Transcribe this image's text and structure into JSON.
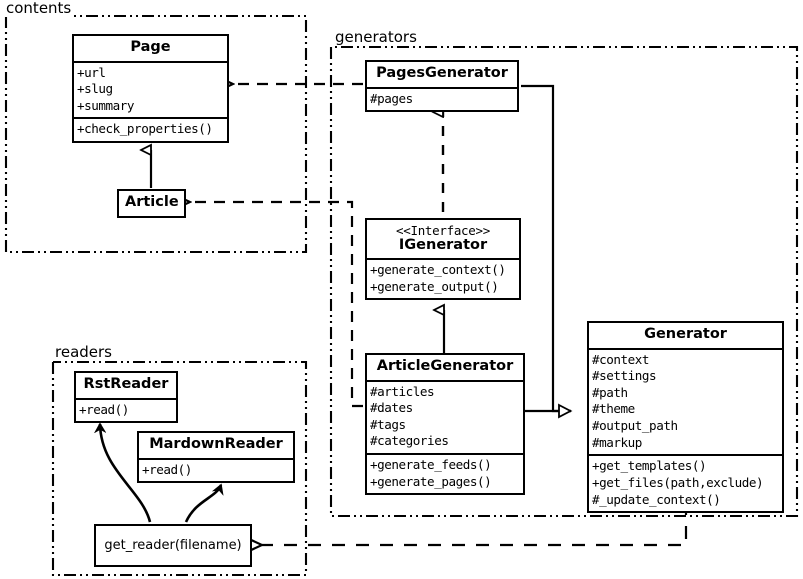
{
  "diagram": {
    "type": "uml-class-diagram",
    "packages": [
      {
        "id": "contents",
        "label": "contents"
      },
      {
        "id": "generators",
        "label": "generators"
      },
      {
        "id": "readers",
        "label": "readers"
      }
    ],
    "classes": [
      {
        "id": "page",
        "name": "Page",
        "package": "contents",
        "attributes": [
          "+url",
          "+slug",
          "+summary"
        ],
        "operations": [
          "+check_properties()"
        ]
      },
      {
        "id": "article",
        "name": "Article",
        "package": "contents",
        "attributes": [],
        "operations": []
      },
      {
        "id": "pages-generator",
        "name": "PagesGenerator",
        "package": "generators",
        "attributes": [
          "#pages"
        ],
        "operations": []
      },
      {
        "id": "igenerator",
        "name": "IGenerator",
        "stereotype": "<<Interface>>",
        "package": "generators",
        "attributes": [],
        "operations": [
          "+generate_context()",
          "+generate_output()"
        ]
      },
      {
        "id": "article-generator",
        "name": "ArticleGenerator",
        "package": "generators",
        "attributes": [
          "#articles",
          "#dates",
          "#tags",
          "#categories"
        ],
        "operations": [
          "+generate_feeds()",
          "+generate_pages()"
        ]
      },
      {
        "id": "generator",
        "name": "Generator",
        "package": "generators",
        "attributes": [
          "#context",
          "#settings",
          "#path",
          "#theme",
          "#output_path",
          "#markup"
        ],
        "operations": [
          "+get_templates()",
          "+get_files(path,exclude)",
          "#_update_context()"
        ]
      },
      {
        "id": "rst-reader",
        "name": "RstReader",
        "package": "readers",
        "attributes": [],
        "operations": [
          "+read()"
        ]
      },
      {
        "id": "mardown-reader",
        "name": "MardownReader",
        "package": "readers",
        "attributes": [],
        "operations": [
          "+read()"
        ]
      }
    ],
    "functions": [
      {
        "id": "get-reader",
        "label": "get_reader(filename)",
        "package": "readers"
      }
    ],
    "relationships": [
      {
        "from": "pages-generator",
        "to": "page",
        "type": "dependency"
      },
      {
        "from": "article-generator",
        "to": "article",
        "type": "dependency"
      },
      {
        "from": "article",
        "to": "page",
        "type": "generalization"
      },
      {
        "from": "pages-generator",
        "to": "igenerator",
        "type": "realization"
      },
      {
        "from": "article-generator",
        "to": "igenerator",
        "type": "generalization"
      },
      {
        "from": "pages-generator",
        "to": "generator",
        "type": "generalization"
      },
      {
        "from": "article-generator",
        "to": "generator",
        "type": "generalization"
      },
      {
        "from": "generator",
        "to": "get-reader",
        "type": "dependency"
      },
      {
        "from": "get-reader",
        "to": "rst-reader",
        "type": "creates"
      },
      {
        "from": "get-reader",
        "to": "mardown-reader",
        "type": "creates"
      }
    ],
    "colors": {
      "stroke": "#000000",
      "background": "#ffffff"
    }
  }
}
